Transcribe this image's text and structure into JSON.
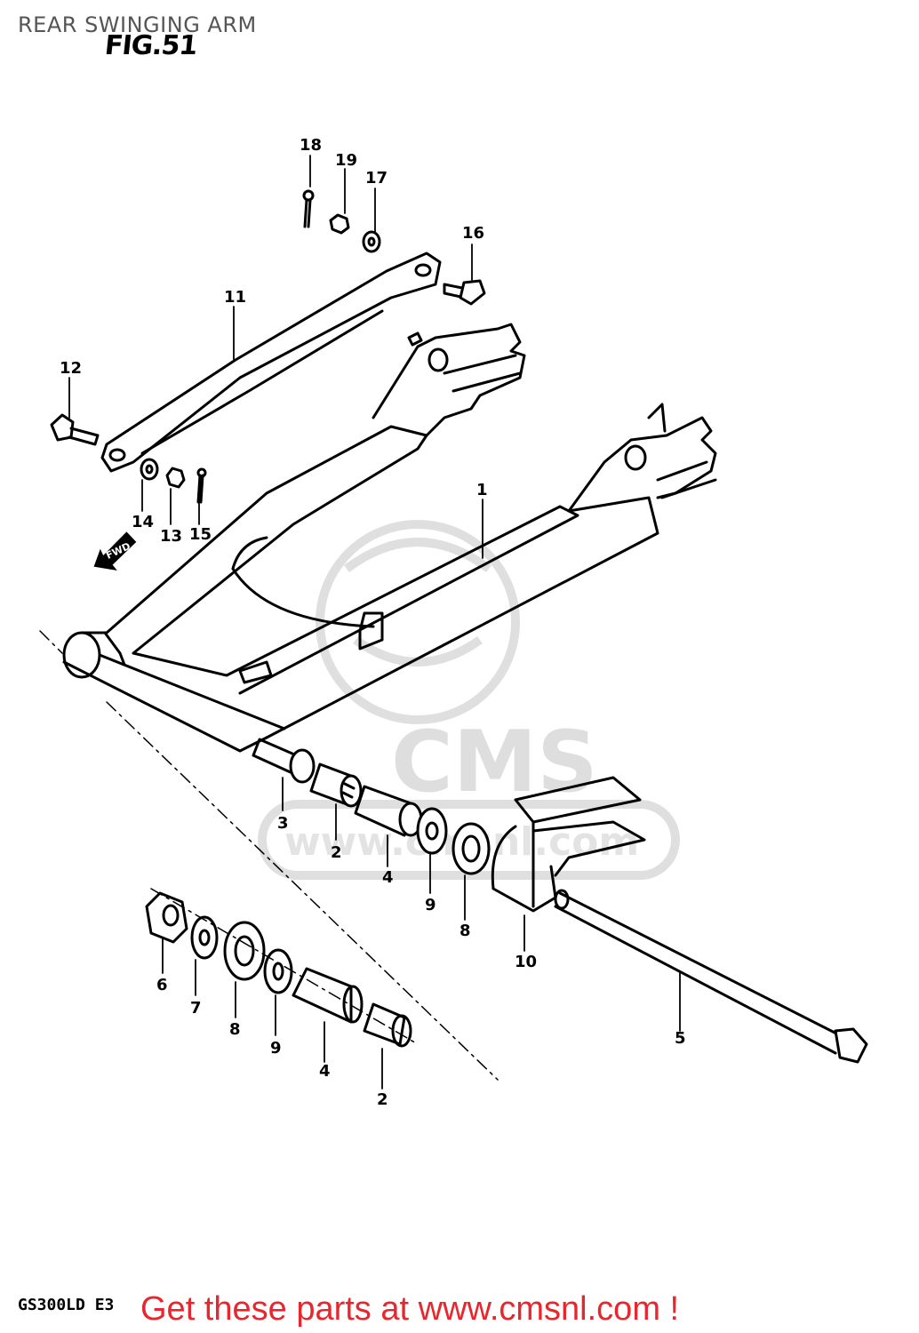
{
  "header": {
    "title": "REAR SWINGING ARM"
  },
  "figure": {
    "label": "FIG.51"
  },
  "parts": [
    {
      "number": "1"
    },
    {
      "number": "2"
    },
    {
      "number": "3"
    },
    {
      "number": "4"
    },
    {
      "number": "5"
    },
    {
      "number": "6"
    },
    {
      "number": "7"
    },
    {
      "number": "8"
    },
    {
      "number": "9"
    },
    {
      "number": "10"
    },
    {
      "number": "11"
    },
    {
      "number": "12"
    },
    {
      "number": "13"
    },
    {
      "number": "14"
    },
    {
      "number": "15"
    },
    {
      "number": "16"
    },
    {
      "number": "17"
    },
    {
      "number": "18"
    },
    {
      "number": "19"
    },
    {
      "number": "2"
    },
    {
      "number": "4"
    },
    {
      "number": "8"
    },
    {
      "number": "9"
    }
  ],
  "fwd_marker": {
    "text": "FWD"
  },
  "watermark": {
    "text": "CMS",
    "url_text": "www.cmsnl.com"
  },
  "footer": {
    "model_code": "GS300LD E3",
    "cta": "Get these parts at www.cmsnl.com !"
  },
  "colors": {
    "line": "#000000",
    "cta": "#e8262d",
    "watermark": "#dcdcdc",
    "title": "#555555"
  }
}
